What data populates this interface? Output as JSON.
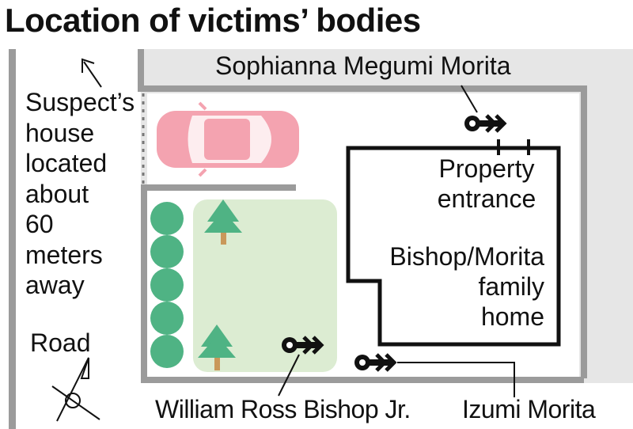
{
  "title": "Location of victims’ bodies",
  "labels": {
    "suspect_house": [
      "Suspect’s",
      "house",
      "located",
      "about",
      "60",
      "meters",
      "away"
    ],
    "road": "Road",
    "property_entrance": [
      "Property",
      "entrance"
    ],
    "home": [
      "Bishop/Morita",
      "family",
      "home"
    ]
  },
  "victims": [
    {
      "name": "Sophianna Megumi Morita"
    },
    {
      "name": "William Ross Bishop Jr."
    },
    {
      "name": "Izumi Morita"
    }
  ],
  "colors": {
    "background": "#ffffff",
    "road_fill": "#e6e6e6",
    "lot_border": "#9b9b9b",
    "car": "#f4a3b0",
    "yard": "#dcecd2",
    "shrub": "#4fb384",
    "tree": "#4fb384",
    "trunk": "#c9985a",
    "house_outline": "#111111"
  }
}
